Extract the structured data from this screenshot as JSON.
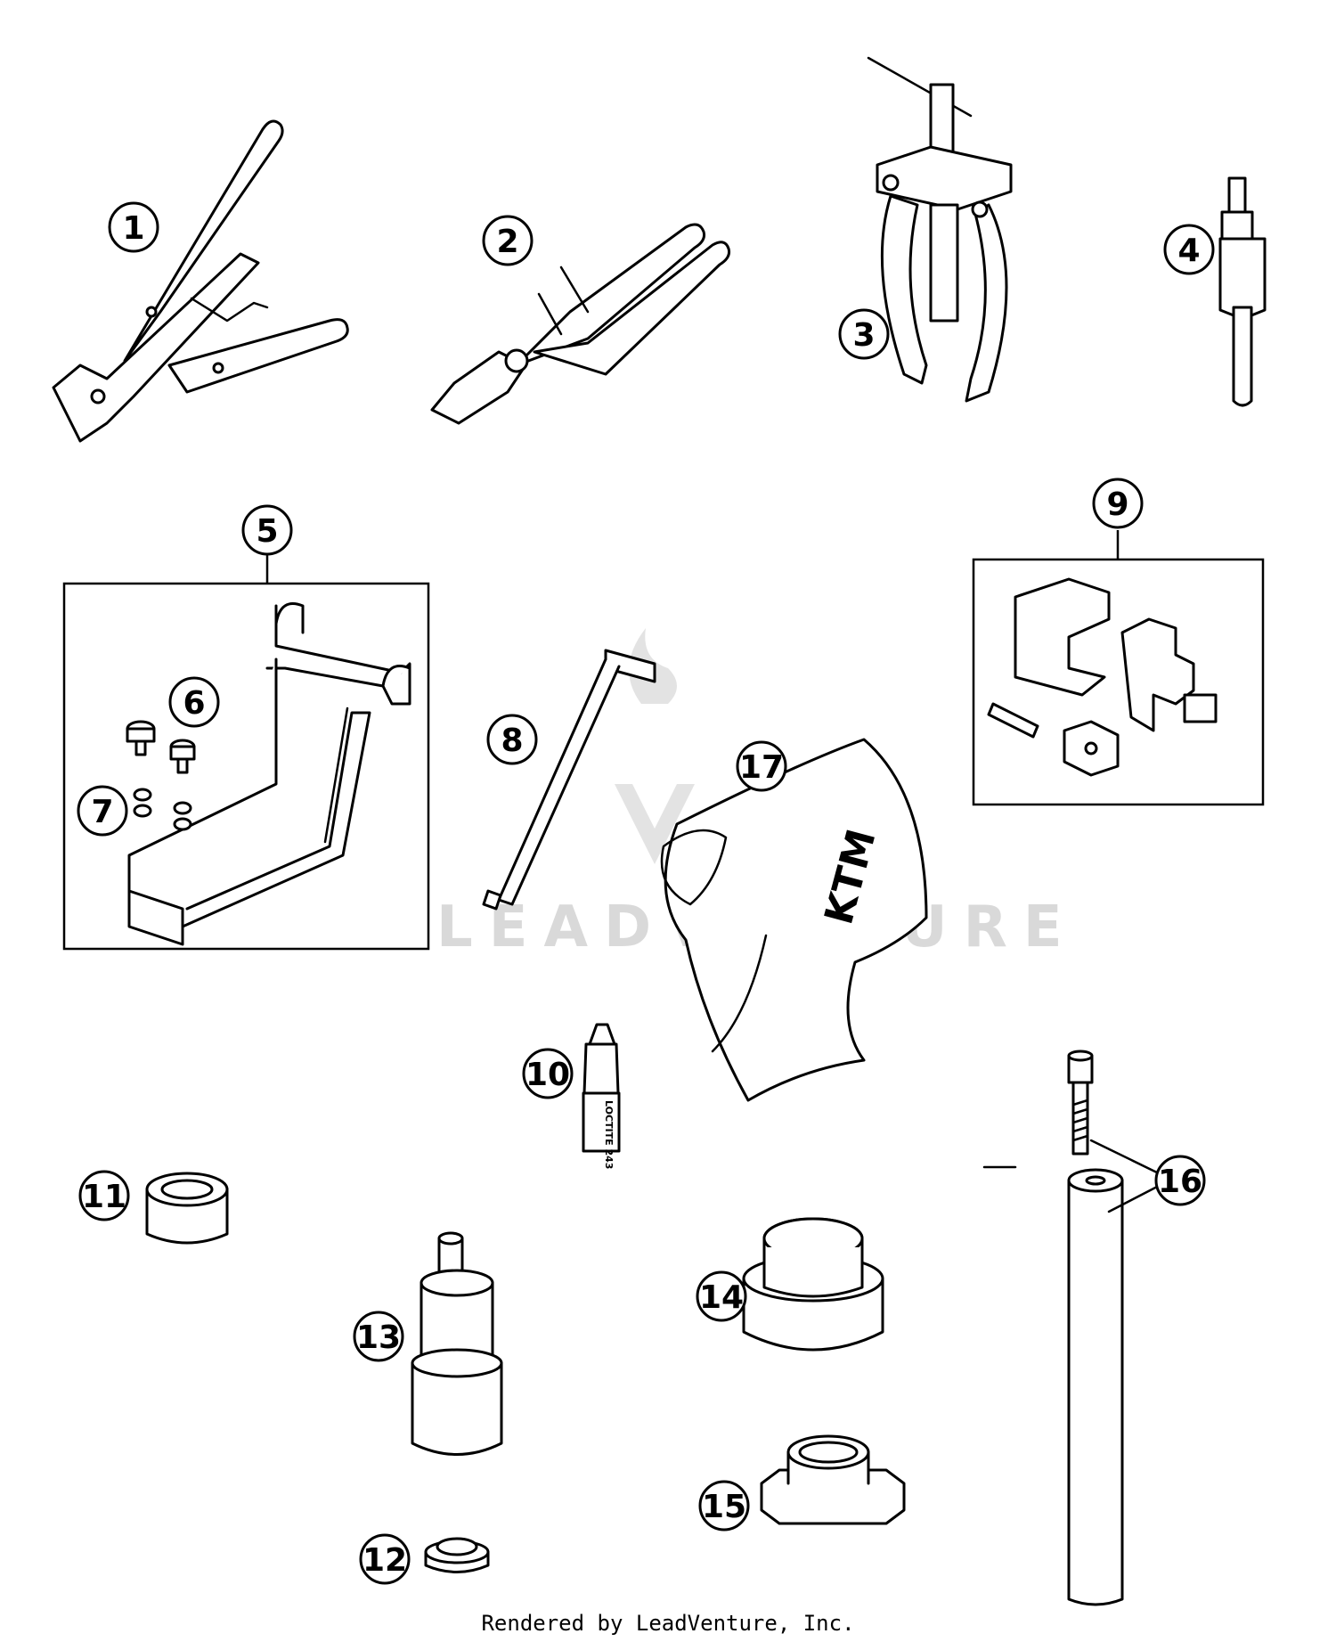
{
  "watermark": "LEADVENTURE",
  "footer": "Rendered by LeadVenture, Inc.",
  "callouts": [
    {
      "id": "1",
      "label": "1"
    },
    {
      "id": "2",
      "label": "2"
    },
    {
      "id": "3",
      "label": "3"
    },
    {
      "id": "4",
      "label": "4"
    },
    {
      "id": "5",
      "label": "5"
    },
    {
      "id": "6",
      "label": "6"
    },
    {
      "id": "7",
      "label": "7"
    },
    {
      "id": "8",
      "label": "8"
    },
    {
      "id": "9",
      "label": "9"
    },
    {
      "id": "10",
      "label": "10"
    },
    {
      "id": "11",
      "label": "11"
    },
    {
      "id": "12",
      "label": "12"
    },
    {
      "id": "13",
      "label": "13"
    },
    {
      "id": "14",
      "label": "14"
    },
    {
      "id": "15",
      "label": "15"
    },
    {
      "id": "16",
      "label": "16"
    },
    {
      "id": "17",
      "label": "17"
    }
  ],
  "bottle_label": "LOCTITE 243",
  "bag_logo": "KTM"
}
